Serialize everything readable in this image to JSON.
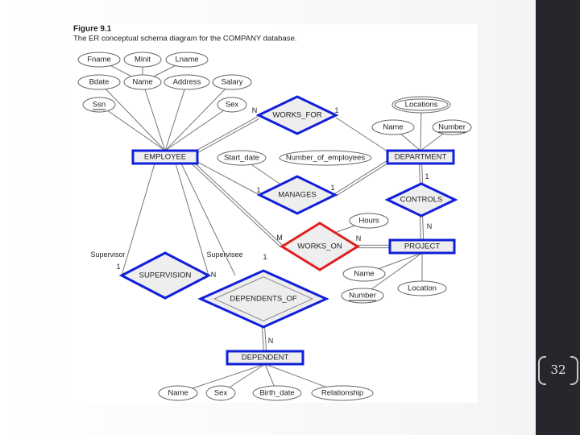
{
  "figure": {
    "number": "Figure 9.1",
    "caption": "The ER conceptual schema diagram for the COMPANY database."
  },
  "page_number": "32",
  "colors": {
    "highlight_blue": "#1020d8",
    "highlight_red": "#e02020",
    "shape_fill": "#eeeeee",
    "line": "#777777",
    "band": "#25272c"
  },
  "entities": [
    {
      "id": "employee",
      "label": "EMPLOYEE"
    },
    {
      "id": "department",
      "label": "DEPARTMENT"
    },
    {
      "id": "project",
      "label": "PROJECT"
    },
    {
      "id": "dependent",
      "label": "DEPENDENT"
    }
  ],
  "relationships": [
    {
      "id": "works_for",
      "label": "WORKS_FOR"
    },
    {
      "id": "manages",
      "label": "MANAGES"
    },
    {
      "id": "controls",
      "label": "CONTROLS"
    },
    {
      "id": "works_on",
      "label": "WORKS_ON"
    },
    {
      "id": "supervision",
      "label": "SUPERVISION"
    },
    {
      "id": "dependents_of",
      "label": "DEPENDENTS_OF"
    }
  ],
  "attributes": [
    {
      "id": "fname",
      "label": "Fname"
    },
    {
      "id": "minit",
      "label": "Minit"
    },
    {
      "id": "lname",
      "label": "Lname"
    },
    {
      "id": "bdate",
      "label": "Bdate"
    },
    {
      "id": "name",
      "label": "Name"
    },
    {
      "id": "address",
      "label": "Address"
    },
    {
      "id": "salary",
      "label": "Salary"
    },
    {
      "id": "ssn",
      "label": "Ssn"
    },
    {
      "id": "sex",
      "label": "Sex"
    },
    {
      "id": "start_date",
      "label": "Start_date"
    },
    {
      "id": "number_of_employees",
      "label": "Number_of_employees"
    },
    {
      "id": "locations",
      "label": "Locations"
    },
    {
      "id": "dept_name",
      "label": "Name"
    },
    {
      "id": "dept_number",
      "label": "Number"
    },
    {
      "id": "hours",
      "label": "Hours"
    },
    {
      "id": "proj_name",
      "label": "Name"
    },
    {
      "id": "proj_number",
      "label": "Number"
    },
    {
      "id": "location",
      "label": "Location"
    },
    {
      "id": "dep_name",
      "label": "Name"
    },
    {
      "id": "dep_sex",
      "label": "Sex"
    },
    {
      "id": "birth_date",
      "label": "Birth_date"
    },
    {
      "id": "relationship",
      "label": "Relationship"
    }
  ],
  "roles": {
    "supervisor": "Supervisor",
    "supervisee": "Supervisee"
  },
  "cardinalities": [
    {
      "id": "wf_n",
      "label": "N"
    },
    {
      "id": "wf_1",
      "label": "1"
    },
    {
      "id": "mg_1a",
      "label": "1"
    },
    {
      "id": "mg_1b",
      "label": "1"
    },
    {
      "id": "ct_1",
      "label": "1"
    },
    {
      "id": "ct_n",
      "label": "N"
    },
    {
      "id": "wo_m",
      "label": "M"
    },
    {
      "id": "wo_n",
      "label": "N"
    },
    {
      "id": "sv_1",
      "label": "1"
    },
    {
      "id": "sv_n",
      "label": "N"
    },
    {
      "id": "do_1",
      "label": "1"
    },
    {
      "id": "do_n",
      "label": "N"
    }
  ]
}
